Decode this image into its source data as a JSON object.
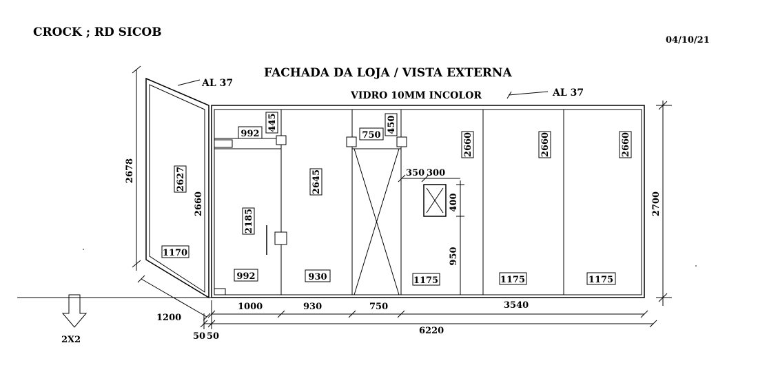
{
  "header": {
    "client": "CROCK  ; RD SICOB",
    "date": "04/10/21",
    "title": "FACHADA DA LOJA / VISTA EXTERNA",
    "glass_note": "VIDRO 10MM INCOLOR",
    "profile_left": "AL 37",
    "profile_top": "AL 37"
  },
  "side_panel": {
    "outer_height": "2678",
    "inner_height": "2660",
    "glass_height": "2627",
    "width": "1170",
    "base_width": "1200"
  },
  "door": {
    "top_width": "992",
    "top_height": "445",
    "height": "2185",
    "bottom_width": "992"
  },
  "fixed_panel": {
    "height": "2645",
    "width": "930"
  },
  "opening": {
    "top_width": "750",
    "top_height": "450"
  },
  "window": {
    "offset_left": "350",
    "width": "300",
    "height": "400",
    "sill_height": "950"
  },
  "right_panels": [
    {
      "height": "2660",
      "width": "1175"
    },
    {
      "height": "2660",
      "width": "1175"
    },
    {
      "height": "2660",
      "width": "1175"
    }
  ],
  "overall_height": "2700",
  "bottom_dims": {
    "d1000": "1000",
    "d930": "930",
    "d750": "750",
    "d3540": "3540",
    "offset_a": "50",
    "offset_b": "50",
    "total": "6220"
  },
  "drain": {
    "size": "2X2"
  }
}
